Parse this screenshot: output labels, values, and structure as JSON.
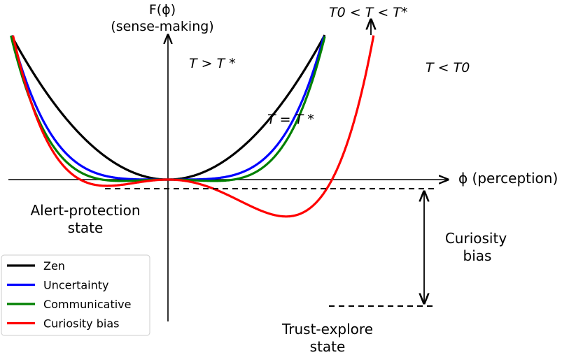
{
  "chart_data": {
    "type": "line",
    "title": "",
    "xlabel": "ϕ (perception)",
    "ylabel_line1": "F(ϕ)",
    "ylabel_line2": "(sense-making)",
    "xlim": [
      -1.0,
      1.55
    ],
    "ylim": [
      -0.9,
      0.95
    ],
    "grid": false,
    "legend_position": "bottom-left",
    "series": [
      {
        "name": "Zen",
        "color": "#000000",
        "a": 0.95,
        "b": 0.0,
        "c": 0.0
      },
      {
        "name": "Uncertainty",
        "color": "#0000ff",
        "a": 0.0,
        "b": 0.0,
        "c": 1.0
      },
      {
        "name": "Communicative",
        "color": "#008000",
        "a": -0.2,
        "b": 0.0,
        "c": 1.18
      },
      {
        "name": "Curiosity bias",
        "color": "#ff0000",
        "a": -0.65,
        "b": -0.55,
        "c": 1.15
      }
    ],
    "annotations": {
      "t_gt_tstar": "T > T *",
      "t_eq_tstar": "T = T *",
      "t0_lt_t_lt_tstar": "T0 < T < T*",
      "t_lt_t0": "T < T0",
      "alert_line1": "Alert-protection",
      "alert_line2": "state",
      "trust_line1": "Trust-explore",
      "trust_line2": "state",
      "curiosity_line1": "Curiosity",
      "curiosity_line2": "bias"
    }
  }
}
